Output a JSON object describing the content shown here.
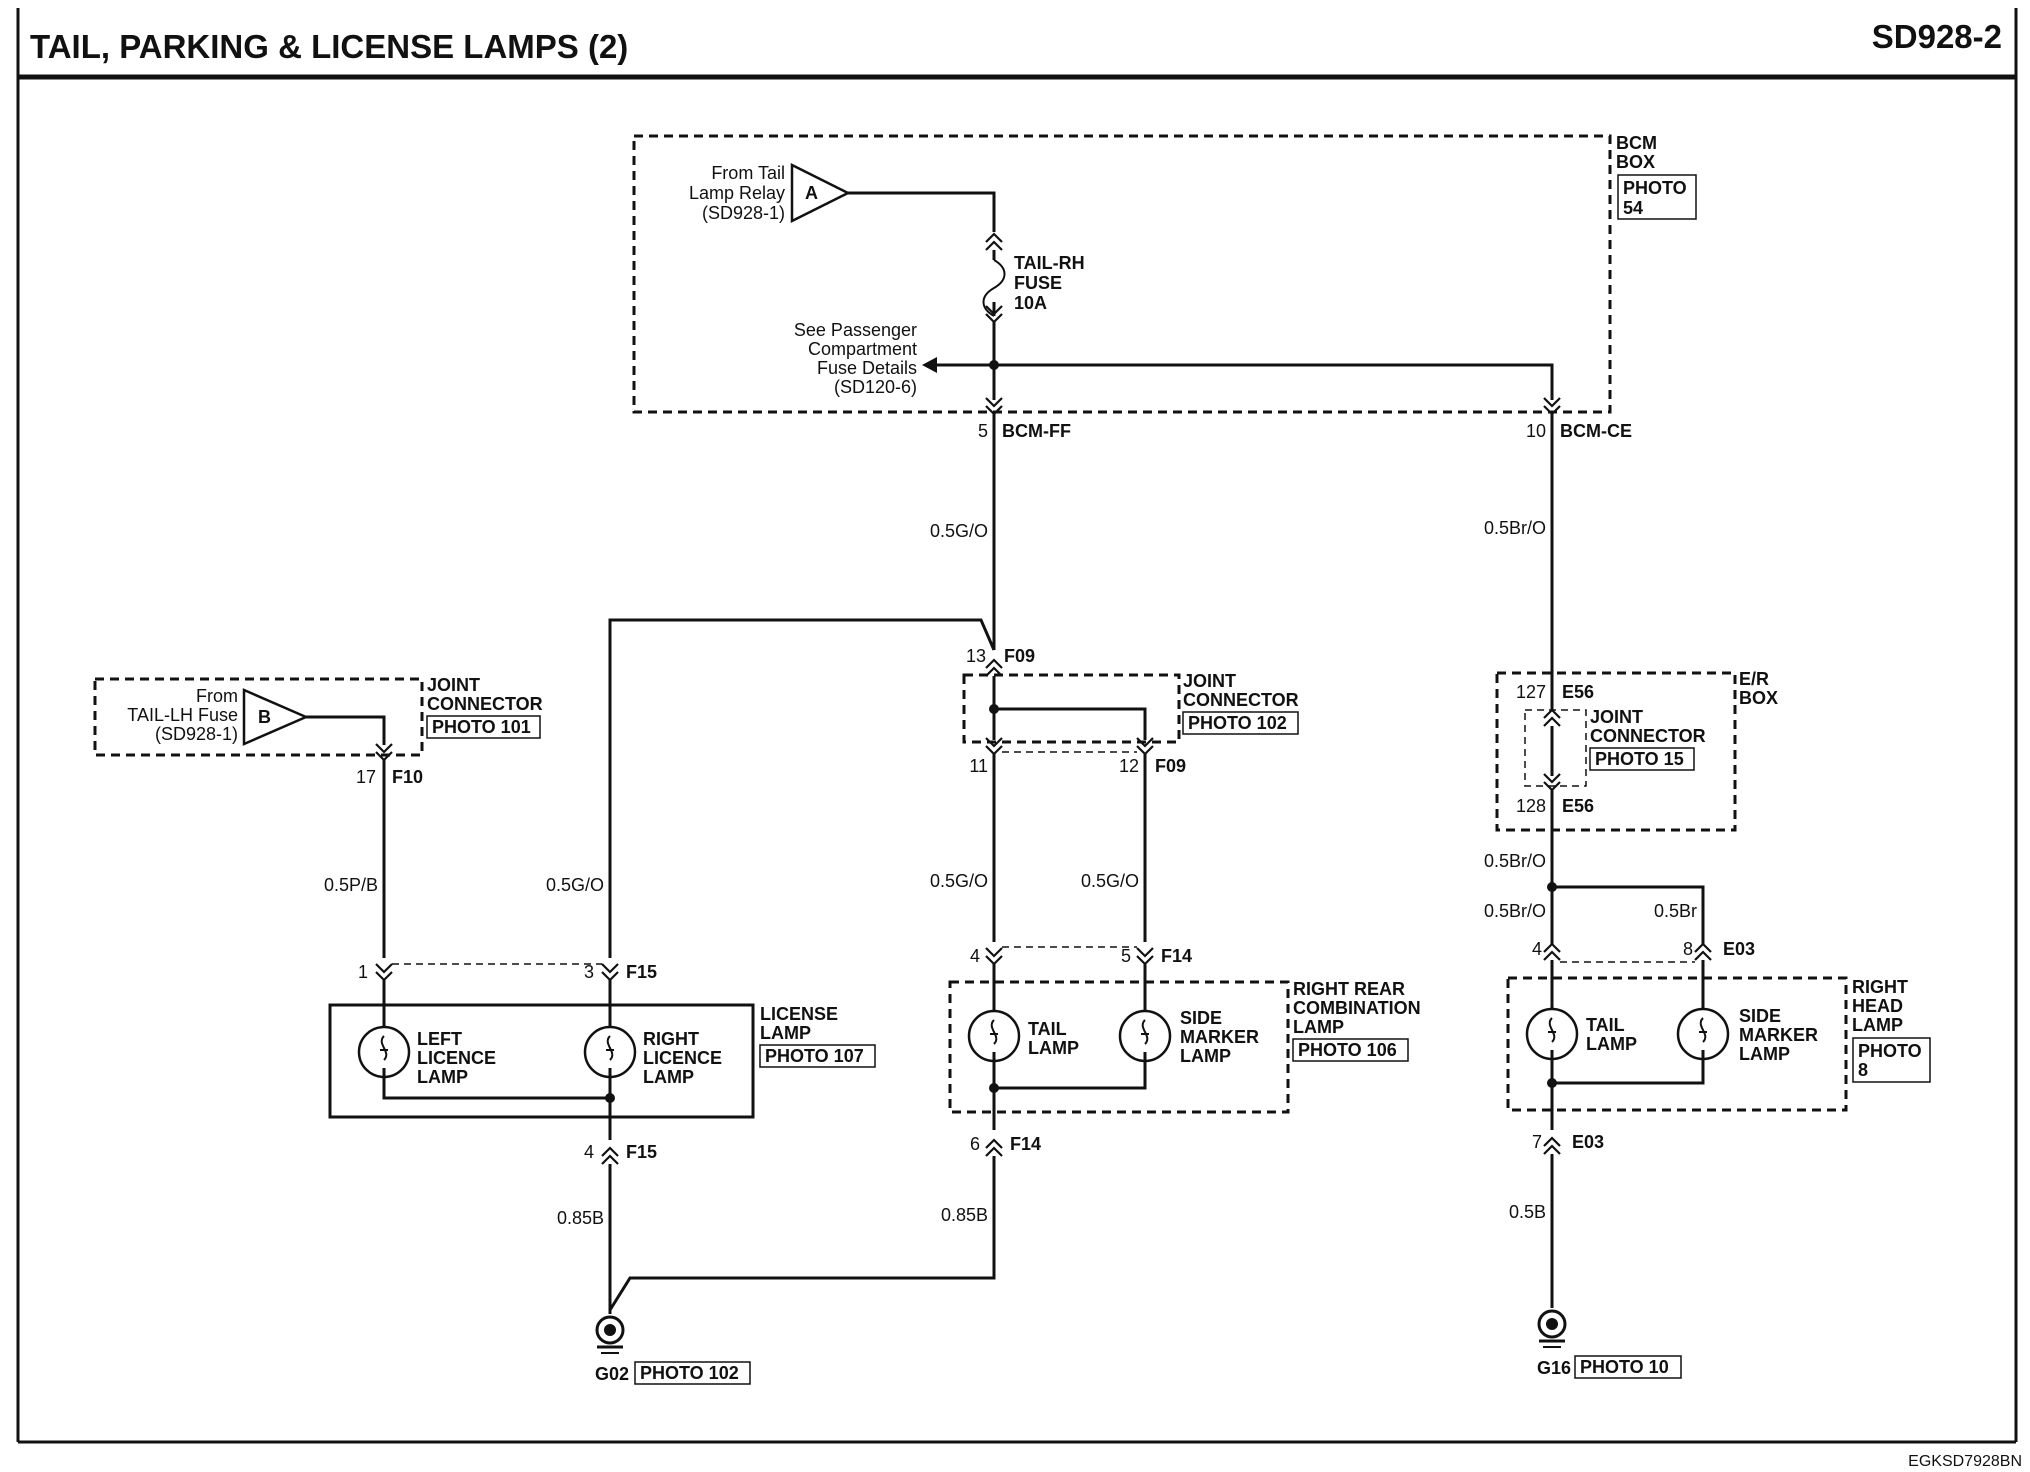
{
  "header": {
    "title": "TAIL, PARKING & LICENSE LAMPS (2)",
    "page_code": "SD928-2"
  },
  "footer": {
    "doc_code": "EGKSD7928BN"
  },
  "bcm_box": {
    "name_line1": "BCM",
    "name_line2": "BOX",
    "photo_line1": "PHOTO",
    "photo_line2": "54",
    "source": {
      "letter": "A",
      "line1": "From Tail",
      "line2": "Lamp Relay",
      "line3": "(SD928-1)"
    },
    "fuse": {
      "line1": "TAIL-RH",
      "line2": "FUSE",
      "line3": "10A"
    },
    "see_note": {
      "line1": "See Passenger",
      "line2": "Compartment",
      "line3": "Fuse Details",
      "line4": "(SD120-6)"
    },
    "pin_left": {
      "num": "5",
      "conn": "BCM-FF"
    },
    "pin_right": {
      "num": "10",
      "conn": "BCM-CE"
    }
  },
  "wires": {
    "bcm_ff": "0.5G/O",
    "bcm_ce": "0.5Br/O",
    "tail_lh": "0.5P/B",
    "lic_right": "0.5G/O",
    "tail_rear": "0.5G/O",
    "side_rear": "0.5G/O",
    "er_out": "0.5Br/O",
    "head_tail": "0.5Br/O",
    "head_side": "0.5Br",
    "lic_gnd": "0.85B",
    "rear_gnd": "0.85B",
    "head_gnd": "0.5B"
  },
  "joint_101": {
    "name_line1": "JOINT",
    "name_line2": "CONNECTOR",
    "photo": "PHOTO 101",
    "source": {
      "letter": "B",
      "line1": "From",
      "line2": "TAIL-LH Fuse",
      "line3": "(SD928-1)"
    },
    "pin": {
      "num": "17",
      "conn": "F10"
    }
  },
  "joint_102": {
    "name_line1": "JOINT",
    "name_line2": "CONNECTOR",
    "photo": "PHOTO 102",
    "pin_in": {
      "num": "13",
      "conn": "F09"
    },
    "pin_a": {
      "num": "11"
    },
    "pin_b": {
      "num": "12",
      "conn": "F09"
    }
  },
  "er_box": {
    "name_line1": "E/R",
    "name_line2": "BOX",
    "joint_line1": "JOINT",
    "joint_line2": "CONNECTOR",
    "photo": "PHOTO 15",
    "pin_in": {
      "num": "127",
      "conn": "E56"
    },
    "pin_out": {
      "num": "128",
      "conn": "E56"
    }
  },
  "license_lamp": {
    "name_line1": "LICENSE",
    "name_line2": "LAMP",
    "photo": "PHOTO 107",
    "left": {
      "line1": "LEFT",
      "line2": "LICENCE",
      "line3": "LAMP"
    },
    "right": {
      "line1": "RIGHT",
      "line2": "LICENCE",
      "line3": "LAMP"
    },
    "pin_1": {
      "num": "1"
    },
    "pin_3": {
      "num": "3",
      "conn": "F15"
    },
    "pin_4": {
      "num": "4",
      "conn": "F15"
    }
  },
  "rear_combo": {
    "name_line1": "RIGHT REAR",
    "name_line2": "COMBINATION",
    "name_line3": "LAMP",
    "photo": "PHOTO 106",
    "tail": {
      "line1": "TAIL",
      "line2": "LAMP"
    },
    "side": {
      "line1": "SIDE",
      "line2": "MARKER",
      "line3": "LAMP"
    },
    "pin_4": {
      "num": "4"
    },
    "pin_5": {
      "num": "5",
      "conn": "F14"
    },
    "pin_6": {
      "num": "6",
      "conn": "F14"
    }
  },
  "head_lamp": {
    "name_line1": "RIGHT",
    "name_line2": "HEAD",
    "name_line3": "LAMP",
    "photo_line1": "PHOTO",
    "photo_line2": "8",
    "tail": {
      "line1": "TAIL",
      "line2": "LAMP"
    },
    "side": {
      "line1": "SIDE",
      "line2": "MARKER",
      "line3": "LAMP"
    },
    "pin_4": {
      "num": "4"
    },
    "pin_8": {
      "num": "8",
      "conn": "E03"
    },
    "pin_7": {
      "num": "7",
      "conn": "E03"
    }
  },
  "grounds": {
    "g02": {
      "name": "G02",
      "photo": "PHOTO 102"
    },
    "g16": {
      "name": "G16",
      "photo": "PHOTO 10"
    }
  }
}
